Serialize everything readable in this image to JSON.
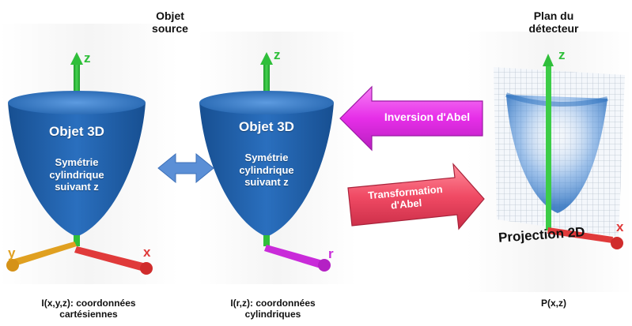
{
  "headings": {
    "objet_source": [
      "Objet",
      "source"
    ],
    "plan_detecteur": [
      "Plan du",
      "détecteur"
    ]
  },
  "objects": {
    "cartesian": {
      "title": "Objet 3D",
      "subtitle": [
        "Symétrie",
        "cylindrique",
        "suivant z"
      ],
      "axes": {
        "z": "z",
        "y": "y",
        "x": "x"
      },
      "caption": [
        "I(x,y,z): coordonnées",
        "cartésiennes"
      ]
    },
    "cylindrical": {
      "title": "Objet 3D",
      "subtitle": [
        "Symétrie",
        "cylindrique",
        "suivant z"
      ],
      "axes": {
        "z": "z",
        "r": "r"
      },
      "caption": [
        "I(r,z): coordonnées",
        "cylindriques"
      ]
    }
  },
  "arrows": {
    "inversion": "Inversion d'Abel",
    "transformation": [
      "Transformation",
      "d'Abel"
    ]
  },
  "detector": {
    "axes": {
      "z": "z",
      "x": "x"
    },
    "projection": "Projection 2D",
    "caption": "P(x,z)"
  },
  "colors": {
    "cone_blue": "#1f5fa8",
    "axis_green": "#2fbf3a",
    "axis_red": "#e03a3a",
    "axis_yellow": "#e0a020",
    "axis_magenta": "#c92bd9",
    "arrow_magenta": "#e62ee8",
    "arrow_red": "#f04a64",
    "double_arrow": "#5b8fd6"
  }
}
